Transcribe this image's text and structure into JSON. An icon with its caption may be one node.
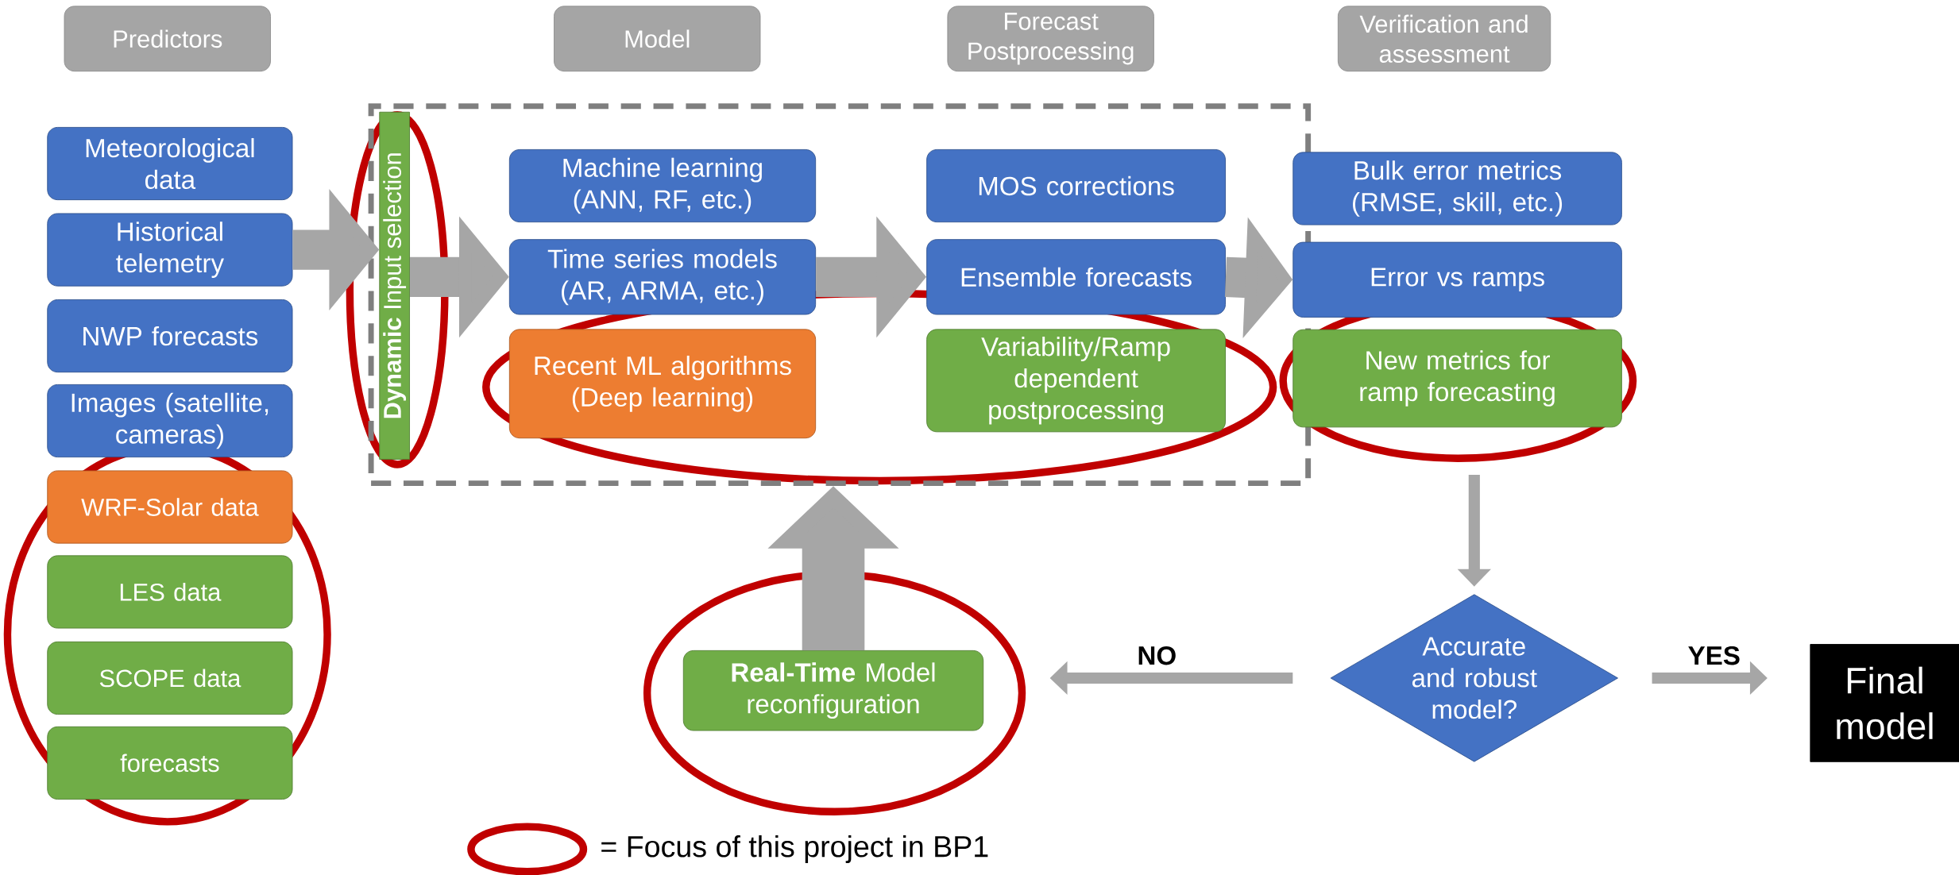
{
  "diagram": {
    "nodes": [
      {
        "text": [
          "Predictors"
        ]
      },
      {
        "text": [
          "Model"
        ]
      },
      {
        "text": [
          "Forecast Postprocessing"
        ]
      },
      {
        "text": [
          "Verification and assessment"
        ]
      },
      {
        "text": [
          "Meteorological data"
        ]
      },
      {
        "text": [
          "Historical telemetry"
        ]
      },
      {
        "text": [
          "NWP forecasts"
        ]
      },
      {
        "text": [
          "Images (satellite, cameras)"
        ]
      },
      {
        "text": [
          "WRF-Solar data"
        ]
      },
      {
        "text": [
          "LES data"
        ]
      },
      {
        "text": [
          "SCOPE data"
        ]
      },
      {
        "text": [
          "forecasts"
        ]
      },
      {
        "text": [],
        "shape": "box"
      },
      {
        "text": [
          "**Dynamic** Input selection"
        ],
        "in": 12
      },
      {
        "text": [
          "Machine learning (ANN, RF, etc.)"
        ],
        "in": 12
      },
      {
        "text": [
          "Time series models (AR, ARMA, etc.)"
        ],
        "in": 12
      },
      {
        "text": [
          "Recent ML algorithms (Deep learning)"
        ],
        "in": 12
      },
      {
        "text": [
          "MOS corrections"
        ],
        "in": 12
      },
      {
        "text": [
          "Ensemble forecasts"
        ],
        "in": 12
      },
      {
        "text": [
          "Variability/Ramp dependent postprocessing"
        ],
        "in": 12
      },
      {
        "text": [
          "Bulk error metrics (RMSE, skill, etc.)"
        ]
      },
      {
        "text": [
          "Error vs ramps"
        ]
      },
      {
        "text": [
          "New metrics for ramp forecasting"
        ]
      },
      {
        "text": [
          "**Real-Time** Model reconfiguration"
        ]
      },
      {
        "text": [
          "Accurate and robust model?"
        ]
      },
      {
        "text": [
          "Final model"
        ]
      }
    ],
    "edges": [
      {
        "from": 5,
        "to": 13,
        "arrow": "to"
      },
      {
        "from": 13,
        "to": 15,
        "arrow": "to"
      },
      {
        "from": 15,
        "to": 18,
        "arrow": "to"
      },
      {
        "from": 18,
        "to": 21,
        "arrow": "to"
      },
      {
        "from": 22,
        "to": 24,
        "arrow": "to"
      },
      {
        "from": 24,
        "to": 23,
        "arrow": "to",
        "label": "NO"
      },
      {
        "from": 24,
        "to": 25,
        "arrow": "to",
        "label": "YES"
      },
      {
        "from": 23,
        "to": 12,
        "arrow": "to"
      }
    ],
    "legend": [
      {
        "text": "= Focus of this project in BP1"
      }
    ]
  }
}
